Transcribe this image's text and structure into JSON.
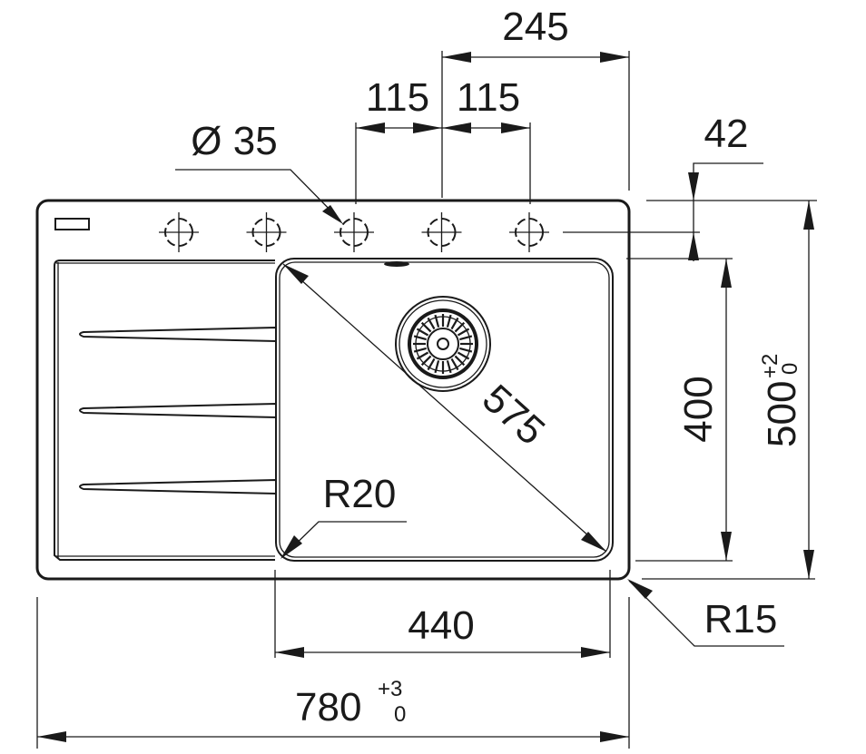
{
  "drawing": {
    "title": "Sink dimensional drawing",
    "units": "mm",
    "line_color": "#1a1a1a",
    "background": "#ffffff"
  },
  "dimensions": {
    "tap_span_right": {
      "label": "245",
      "value": 245
    },
    "tap_spacing_left": {
      "label": "115",
      "value": 115
    },
    "tap_spacing_right": {
      "label": "115",
      "value": 115
    },
    "tap_hole_diameter": {
      "label": "Ø 35",
      "value": 35
    },
    "tap_row_offset": {
      "label": "42",
      "value": 42
    },
    "bowl_diagonal": {
      "label": "575",
      "value": 575
    },
    "bowl_depth": {
      "label": "400",
      "value": 400
    },
    "overall_depth": {
      "label": "500",
      "value": 500,
      "tol_upper": "+2",
      "tol_lower": "0"
    },
    "bowl_corner_radius": {
      "label": "R20",
      "value": 20
    },
    "outer_corner_radius": {
      "label": "R15",
      "value": 15
    },
    "bowl_width": {
      "label": "440",
      "value": 440
    },
    "overall_width": {
      "label": "780",
      "value": 780,
      "tol_upper": "+3",
      "tol_lower": "0"
    }
  },
  "components": {
    "tap_holes": 5,
    "drainer_ribs": 3,
    "waste": "strainer-waste",
    "overflow": "overflow-slot"
  }
}
